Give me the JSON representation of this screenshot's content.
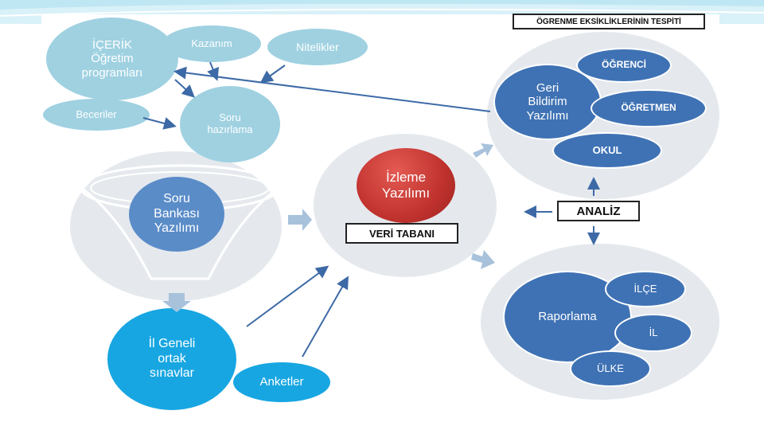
{
  "header": {
    "title": "ÖGRENME EKSİKLİKLERİNİN TESPİTİ"
  },
  "content_nodes": {
    "icerik": "İÇERİK\nÖğretim\nprogramları",
    "kazanim": "Kazanım",
    "nitelikler": "Nitelikler",
    "beceriler": "Beceriler",
    "soru_hazirlama": "Soru\nhazırlama"
  },
  "soru_bankasi": {
    "label": "Soru\nBankası\nYazılımı"
  },
  "izleme": {
    "label": "İzleme\nYazılımı",
    "db_label": "VERİ TABANI"
  },
  "geri_bildirim": {
    "label": "Geri\nBildirim\nYazılımı",
    "targets": [
      "ÖĞRENCİ",
      "ÖĞRETMEN",
      "OKUL"
    ]
  },
  "analiz": {
    "label": "ANALİZ"
  },
  "raporlama": {
    "label": "Raporlama",
    "levels": [
      "İLÇE",
      "İL",
      "ÜLKE"
    ]
  },
  "il_geneli": {
    "label": "İl Geneli\nortak\nsınavlar"
  },
  "anketler": {
    "label": "Anketler"
  },
  "colors": {
    "light_blue": "#9fd1e1",
    "dark_blue": "#3f72b4",
    "red": "#c0322e",
    "cyan": "#17a6e2",
    "pale_gray": "#e5e9ee"
  }
}
